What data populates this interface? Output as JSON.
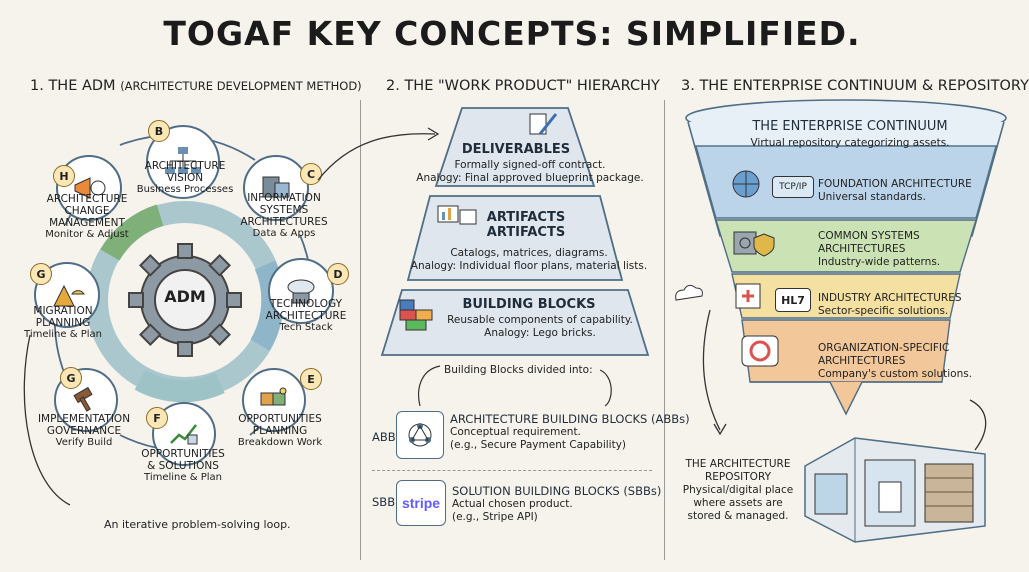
{
  "title": "TOGAF KEY CONCEPTS: SIMPLIFIED.",
  "sections": {
    "adm": {
      "heading": "1. THE ADM",
      "heading_sub": "(ARCHITECTURE DEVELOPMENT METHOD)"
    },
    "work": {
      "heading": "2. THE \"WORK PRODUCT\" HIERARCHY"
    },
    "continuum": {
      "heading": "3. THE ENTERPRISE CONTINUUM & REPOSITORY"
    }
  },
  "adm": {
    "center": "ADM",
    "footer": "An iterative problem-solving loop.",
    "phases": [
      {
        "letter": "B",
        "lines": [
          "ARCHITECTURE",
          "VISION"
        ],
        "sub": "Business Processes"
      },
      {
        "letter": "C",
        "lines": [
          "INFORMATION",
          "SYSTEMS",
          "ARCHITECTURES"
        ],
        "sub": "Data & Apps"
      },
      {
        "letter": "D",
        "lines": [
          "TECHNOLOGY",
          "ARCHITECTURE"
        ],
        "sub": "Tech Stack"
      },
      {
        "letter": "E",
        "lines": [
          "OPPORTUNITIES",
          "PLANNING"
        ],
        "sub": "Breakdown Work"
      },
      {
        "letter": "F",
        "lines": [
          "OPPORTUNITIES",
          "& SOLUTIONS"
        ],
        "sub": "Timeline & Plan"
      },
      {
        "letter": "G",
        "lines": [
          "IMPLEMENTATION",
          "GOVERNANCE"
        ],
        "sub": "Verify Build"
      },
      {
        "letter": "G",
        "lines": [
          "MIGRATION",
          "PLANNING"
        ],
        "sub": "Timeline & Plan"
      },
      {
        "letter": "H",
        "lines": [
          "ARCHITECTURE",
          "CHANGE",
          "MANAGEMENT"
        ],
        "sub": "Monitor & Adjust"
      }
    ]
  },
  "work": {
    "tiers": [
      {
        "title": "DELIVERABLES",
        "line1": "Formally signed-off contract.",
        "line2": "Analogy: Final approved blueprint package."
      },
      {
        "title": "ARTIFACTS",
        "title2": "ARTIFACTS",
        "line1": "Catalogs, matrices, diagrams.",
        "line2": "Analogy: Individual floor plans, material lists."
      },
      {
        "title": "BUILDING BLOCKS",
        "line1": "Reusable components of capability.",
        "line2": "Analogy: Lego bricks."
      }
    ],
    "divided": "Building Blocks divided into:",
    "abb": {
      "tag": "ABB",
      "title": "ARCHITECTURE BUILDING BLOCKS (ABBs)",
      "line1": "Conceptual requirement.",
      "line2": "(e.g., Secure Payment Capability)"
    },
    "sbb": {
      "tag": "SBB",
      "logo": "stripe",
      "title": "SOLUTION BUILDING BLOCKS (SBBs)",
      "line1": "Actual chosen product.",
      "line2": "(e.g., Stripe API)"
    }
  },
  "continuum": {
    "top_title": "THE ENTERPRISE CONTINUUM",
    "top_sub": "Virtual repository categorizing assets.",
    "layers": [
      {
        "title": "FOUNDATION ARCHITECTURE",
        "title2": "",
        "sub": "Universal standards.",
        "tag": "TCP/IP",
        "color": "#b9d3ea"
      },
      {
        "title": "COMMON SYSTEMS",
        "title2": "ARCHITECTURES",
        "sub": "Industry-wide patterns.",
        "tag": "",
        "color": "#cbe3b4"
      },
      {
        "title": "INDUSTRY ARCHITECTURES",
        "title2": "",
        "sub": "Sector-specific solutions.",
        "tag": "HL7",
        "color": "#f4e0a0"
      },
      {
        "title": "ORGANIZATION-SPECIFIC",
        "title2": "ARCHITECTURES",
        "sub": "Company's custom solutions.",
        "tag": "",
        "color": "#f2c79a"
      }
    ],
    "repo": {
      "title1": "THE ARCHITECTURE",
      "title2": "REPOSITORY",
      "line1": "Physical/digital place",
      "line2": "where assets are",
      "line3": "stored & managed."
    }
  },
  "colors": {
    "steel": "#4f6d85",
    "teal": "#8fc1c4",
    "funnel_top": "#e7f0f7"
  }
}
